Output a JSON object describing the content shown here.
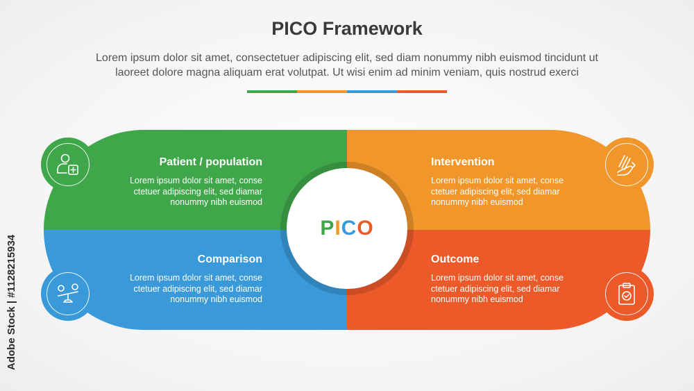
{
  "header": {
    "title": "PICO Framework",
    "subtitle_line1": "Lorem ipsum dolor sit amet, consectetuer adipiscing elit, sed diam nonummy nibh euismod tincidunt ut",
    "subtitle_line2": "laoreet dolore magna aliquam erat volutpat. Ut wisi enim ad minim veniam, quis nostrud exerci"
  },
  "colors": {
    "green": "#3fa74a",
    "orange": "#f0962a",
    "blue": "#3a9ad9",
    "red": "#ec5a2a"
  },
  "center": {
    "letters": [
      "P",
      "I",
      "C",
      "O"
    ]
  },
  "quadrants": {
    "patient": {
      "title": "Patient / population",
      "text": "Lorem ipsum dolor sit amet, conse ctetuer adipiscing elit, sed diamar nonummy nibh euismod",
      "icon": "person-plus-icon"
    },
    "intervention": {
      "title": "Intervention",
      "text": "Lorem ipsum dolor sit amet, conse ctetuer adipiscing elit, sed diamar nonummy nibh euismod",
      "icon": "hand-pills-icon"
    },
    "comparison": {
      "title": "Comparison",
      "text": "Lorem ipsum dolor sit amet, conse ctetuer adipiscing elit, sed diamar nonummy nibh euismod",
      "icon": "balance-scale-icon"
    },
    "outcome": {
      "title": "Outcome",
      "text": "Lorem ipsum dolor sit amet, conse ctetuer adipiscing elit, sed diamar nonummy nibh euismod",
      "icon": "clipboard-check-icon"
    }
  },
  "watermark": {
    "text": "Adobe Stock | #1128215934"
  }
}
